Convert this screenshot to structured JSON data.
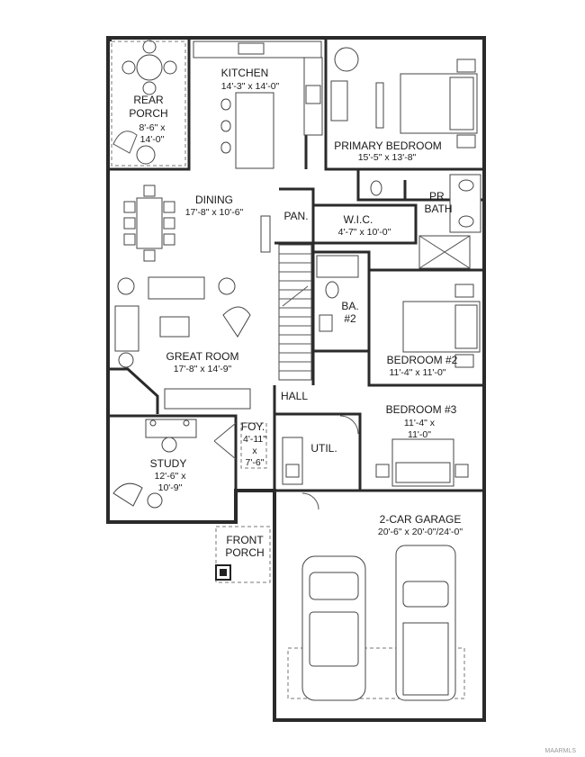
{
  "rooms": {
    "kitchen": {
      "name": "KITCHEN",
      "dims": "14'-3\" x 14'-0\""
    },
    "rear_porch": {
      "name_line1": "REAR",
      "name_line2": "PORCH",
      "dims_line1": "8'-6\" x",
      "dims_line2": "14'-0\""
    },
    "primary_bedroom": {
      "name": "PRIMARY BEDROOM",
      "dims": "15'-5\" x 13'-8\""
    },
    "dining": {
      "name": "DINING",
      "dims": "17'-8\" x 10'-6\""
    },
    "pantry": {
      "name": "PAN."
    },
    "wic": {
      "name": "W.I.C.",
      "dims": "4'-7\" x 10'-0\""
    },
    "primary_bath": {
      "name_line1": "PR.",
      "name_line2": "BATH"
    },
    "bath2": {
      "name_line1": "BA.",
      "name_line2": "#2"
    },
    "bedroom2": {
      "name": "BEDROOM #2",
      "dims": "11'-4\" x 11'-0\""
    },
    "great_room": {
      "name": "GREAT ROOM",
      "dims": "17'-8\" x 14'-9\""
    },
    "hall": {
      "name": "HALL"
    },
    "bedroom3": {
      "name": "BEDROOM #3",
      "dims_line1": "11'-4\" x",
      "dims_line2": "11'-0\""
    },
    "foyer": {
      "name": "FOY.",
      "dims_line1": "4'-11\"",
      "dims_line2": "x",
      "dims_line3": "7'-6\""
    },
    "study": {
      "name": "STUDY",
      "dims_line1": "12'-6\" x",
      "dims_line2": "10'-9\""
    },
    "utility": {
      "name": "UTIL."
    },
    "front_porch": {
      "name_line1": "FRONT",
      "name_line2": "PORCH"
    },
    "garage": {
      "name": "2-CAR GARAGE",
      "dims": "20'-6\" x 20'-0\"/24'-0\""
    }
  },
  "watermark": "MAARMLS"
}
